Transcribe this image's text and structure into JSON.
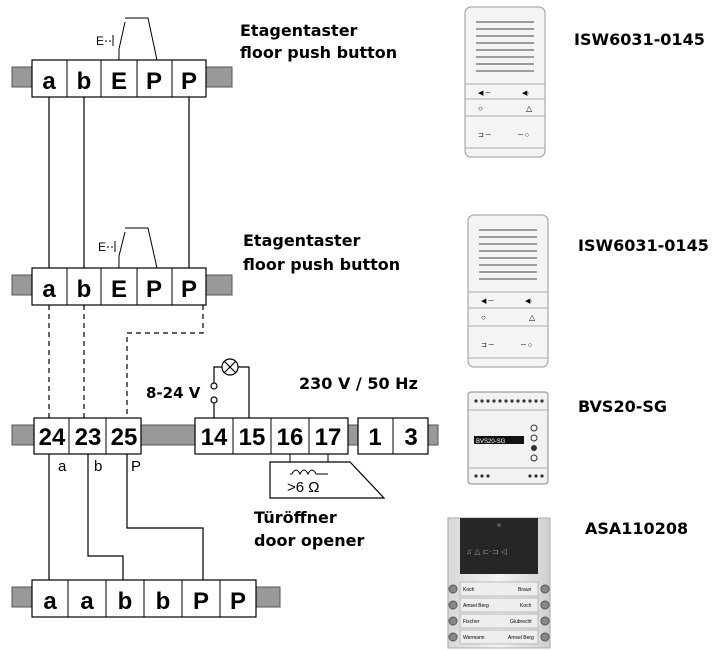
{
  "floor_button_1": {
    "label_de": "Etagentaster",
    "label_en": "floor push button",
    "switch_label": "E",
    "terminals": [
      "a",
      "b",
      "E",
      "P",
      "P"
    ]
  },
  "floor_button_2": {
    "label_de": "Etagentaster",
    "label_en": "floor push button",
    "switch_label": "E",
    "terminals": [
      "a",
      "b",
      "E",
      "P",
      "P"
    ]
  },
  "controller": {
    "terminals_left": [
      "24",
      "23",
      "25"
    ],
    "wire_labels": [
      "a",
      "b",
      "P"
    ],
    "terminals_mid": [
      "14",
      "15",
      "16",
      "17"
    ],
    "terminals_right": [
      "1",
      "3"
    ],
    "voltage_label": "8-24 V",
    "mains_label": "230 V / 50 Hz"
  },
  "door_opener": {
    "resistance": ">6 Ω",
    "label_de": "Türöffner",
    "label_en": "door opener"
  },
  "outdoor_station": {
    "terminals": [
      "a",
      "a",
      "b",
      "b",
      "P",
      "P"
    ]
  },
  "products": [
    {
      "model": "ISW6031-0145"
    },
    {
      "model": "ISW6031-0145"
    },
    {
      "model": "BVS20-SG"
    },
    {
      "model": "ASA110208"
    }
  ],
  "panel_texts": {
    "name_rows": [
      [
        "Koch",
        "Braun"
      ],
      [
        "Amsel Berg",
        "Koch"
      ],
      [
        "Fischer",
        "Glubrecht"
      ],
      [
        "Wermann",
        "Amsel Berg"
      ]
    ],
    "display_text": "BVS20-SG"
  }
}
